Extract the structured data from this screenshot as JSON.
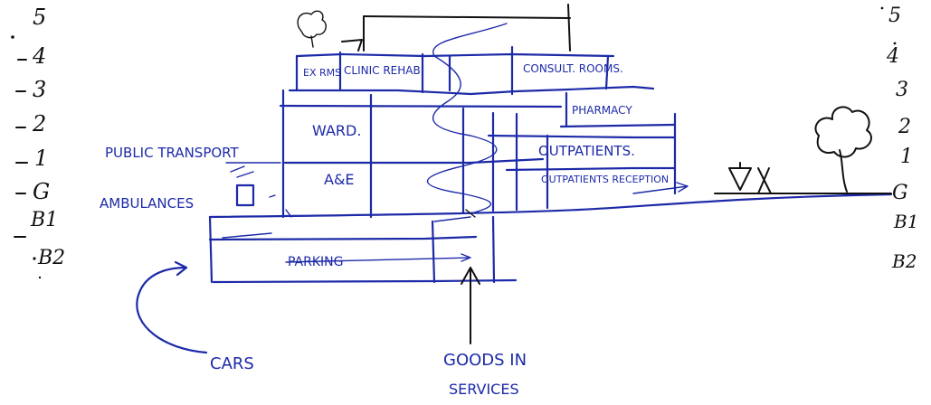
{
  "levels_left": [
    "5",
    "4",
    "3",
    "2",
    "1",
    "G",
    "B1",
    "B2"
  ],
  "levels_right": [
    "5",
    "4",
    "3",
    "2",
    "1",
    "G",
    "B1",
    "B2"
  ],
  "rooms": {
    "ex_rms": "EX RMS",
    "clinic_rehab": "CLINIC REHAB",
    "consult_rooms": "CONSULT. ROOMS.",
    "ward": "WARD.",
    "pharmacy": "PHARMACY",
    "outpatients": "OUTPATIENTS.",
    "outpatients_reception": "OUTPATIENTS RECEPTION",
    "a_and_e": "A&E",
    "parking": "PARKING"
  },
  "annotations": {
    "public_transport": "PUBLIC TRANSPORT",
    "ambulances": "AMBULANCES",
    "cars": "CARS",
    "goods_in": "GOODS IN",
    "services": "SERVICES"
  },
  "colors": {
    "ink_blue": "#1d2aa8",
    "ink_black": "#111111",
    "paper": "#ffffff"
  }
}
